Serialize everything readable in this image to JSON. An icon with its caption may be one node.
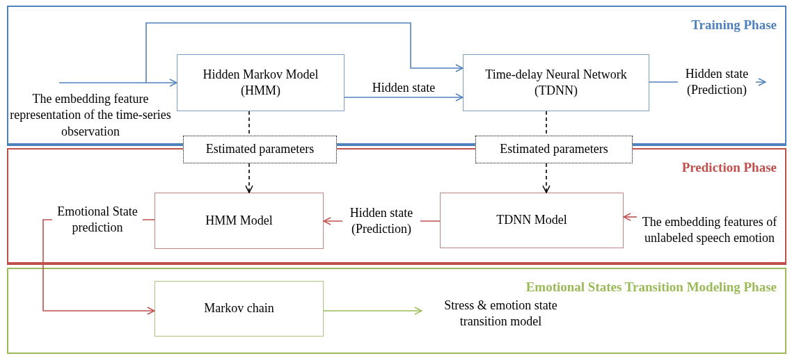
{
  "diagram": {
    "nodes": [
      {
        "text": [
          "Training Phase"
        ]
      },
      {
        "text": [
          "Prediction Phase"
        ]
      },
      {
        "text": [
          "Emotional States Transition Modeling Phase"
        ]
      },
      {
        "text": [
          "The embedding feature representation of the time-series observation"
        ],
        "in": 0
      },
      {
        "text": [
          "Hidden Markov Model (HMM)"
        ],
        "in": 0
      },
      {
        "text": [
          "Time-delay Neural Network (TDNN)"
        ],
        "in": 0
      },
      {
        "text": [
          "Estimated parameters"
        ]
      },
      {
        "text": [
          "Estimated parameters"
        ]
      },
      {
        "text": [
          "HMM Model"
        ],
        "in": 1
      },
      {
        "text": [
          "TDNN Model"
        ],
        "in": 1
      },
      {
        "text": [
          "The embedding features of unlabeled speech emotion"
        ],
        "in": 1
      },
      {
        "text": [
          "Markov chain"
        ],
        "in": 2
      },
      {
        "text": [
          "Stress & emotion state transition model"
        ],
        "in": 2
      }
    ],
    "edges": [
      {
        "from": 3,
        "to": 4,
        "arrow": "to",
        "color": "#4f81bd"
      },
      {
        "from": 3,
        "to": 5,
        "arrow": "to",
        "color": "#4f81bd"
      },
      {
        "from": 4,
        "to": 5,
        "arrow": "to",
        "label": "Hidden state",
        "color": "#4f81bd"
      },
      {
        "from": 5,
        "to": null,
        "arrow": "to",
        "label": "Hidden state (Prediction)",
        "color": "#4f81bd"
      },
      {
        "from": 4,
        "to": 6,
        "arrow": "none",
        "style": "dashed",
        "color": "#000000"
      },
      {
        "from": 6,
        "to": 8,
        "arrow": "to",
        "style": "dashed",
        "color": "#000000"
      },
      {
        "from": 5,
        "to": 7,
        "arrow": "none",
        "style": "dashed",
        "color": "#000000"
      },
      {
        "from": 7,
        "to": 9,
        "arrow": "to",
        "style": "dashed",
        "color": "#000000"
      },
      {
        "from": 9,
        "to": 8,
        "arrow": "to",
        "label": "Hidden state (Prediction)",
        "color": "#c0504d"
      },
      {
        "from": 10,
        "to": 9,
        "arrow": "to",
        "color": "#c0504d"
      },
      {
        "from": 8,
        "to": 11,
        "arrow": "to",
        "label": "Emotional State prediction",
        "color": "#c0504d"
      },
      {
        "from": 11,
        "to": 12,
        "arrow": "to",
        "color": "#9bbb59"
      }
    ]
  }
}
